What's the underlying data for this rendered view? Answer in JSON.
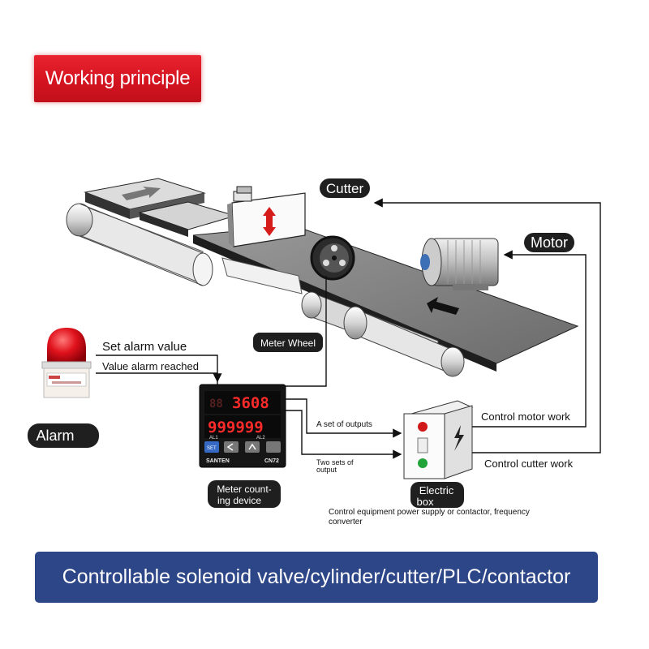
{
  "header": {
    "title": "Working principle"
  },
  "labels": {
    "cutter": "Cutter",
    "motor": "Motor",
    "meter_wheel": "Meter Wheel",
    "alarm": "Alarm",
    "electric_box_line1": "Electric",
    "electric_box_line2": "box",
    "meter_device_line1": "Meter count-",
    "meter_device_line2": "ing device"
  },
  "annotations": {
    "set_alarm_value": "Set alarm value",
    "value_alarm_reached": "Value alarm reached",
    "a_set_of_outputs": "A set of outputs",
    "two_sets_line1": "Two sets of",
    "two_sets_line2": "output",
    "control_motor_work": "Control motor work",
    "control_cutter_work": "Control cutter work",
    "control_equipment_line1": "Control equipment power supply or contactor, frequency",
    "control_equipment_line2": "converter"
  },
  "counter": {
    "top_display": "3608",
    "bottom_display": "999999",
    "al1": "AL1",
    "al2": "AL2",
    "brand": "SANTEN",
    "model": "CN72",
    "set_key": "SET"
  },
  "footer": {
    "banner": "Controllable solenoid valve/cylinder/cutter/PLC/contactor"
  },
  "colors": {
    "title_red": "#d41420",
    "banner_blue": "#2d4688",
    "pill_dark": "#1f1f1f",
    "segment_red": "#ff2a2a",
    "alarm_red": "#e0121c"
  }
}
